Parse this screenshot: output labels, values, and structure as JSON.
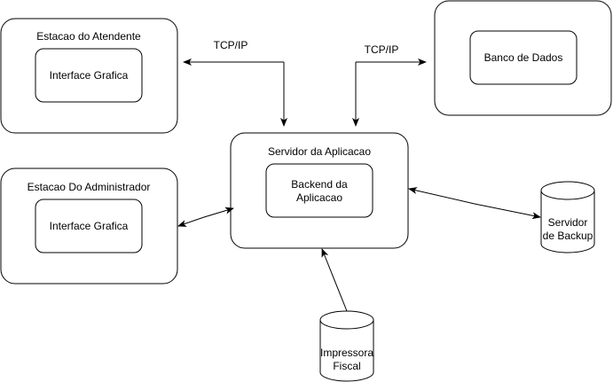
{
  "diagram": {
    "nodes": {
      "atendente": {
        "label": "Estacao do Atendente",
        "inner": "Interface Grafica"
      },
      "administrador": {
        "label": "Estacao Do Administrador",
        "inner": "Interface Grafica"
      },
      "servidor": {
        "label": "Servidor da Aplicacao",
        "inner_line1": "Backend da",
        "inner_line2": "Aplicacao"
      },
      "banco": {
        "label": "Banco de Dados"
      },
      "backup": {
        "line1": "Servidor",
        "line2": "de Backup"
      },
      "impressora": {
        "line1": "Impressora",
        "line2": "Fiscal"
      }
    },
    "edges": {
      "tcp_left": {
        "label": "TCP/IP"
      },
      "tcp_right": {
        "label": "TCP/IP"
      }
    }
  },
  "colors": {
    "stroke": "#000000",
    "fill": "#ffffff"
  }
}
